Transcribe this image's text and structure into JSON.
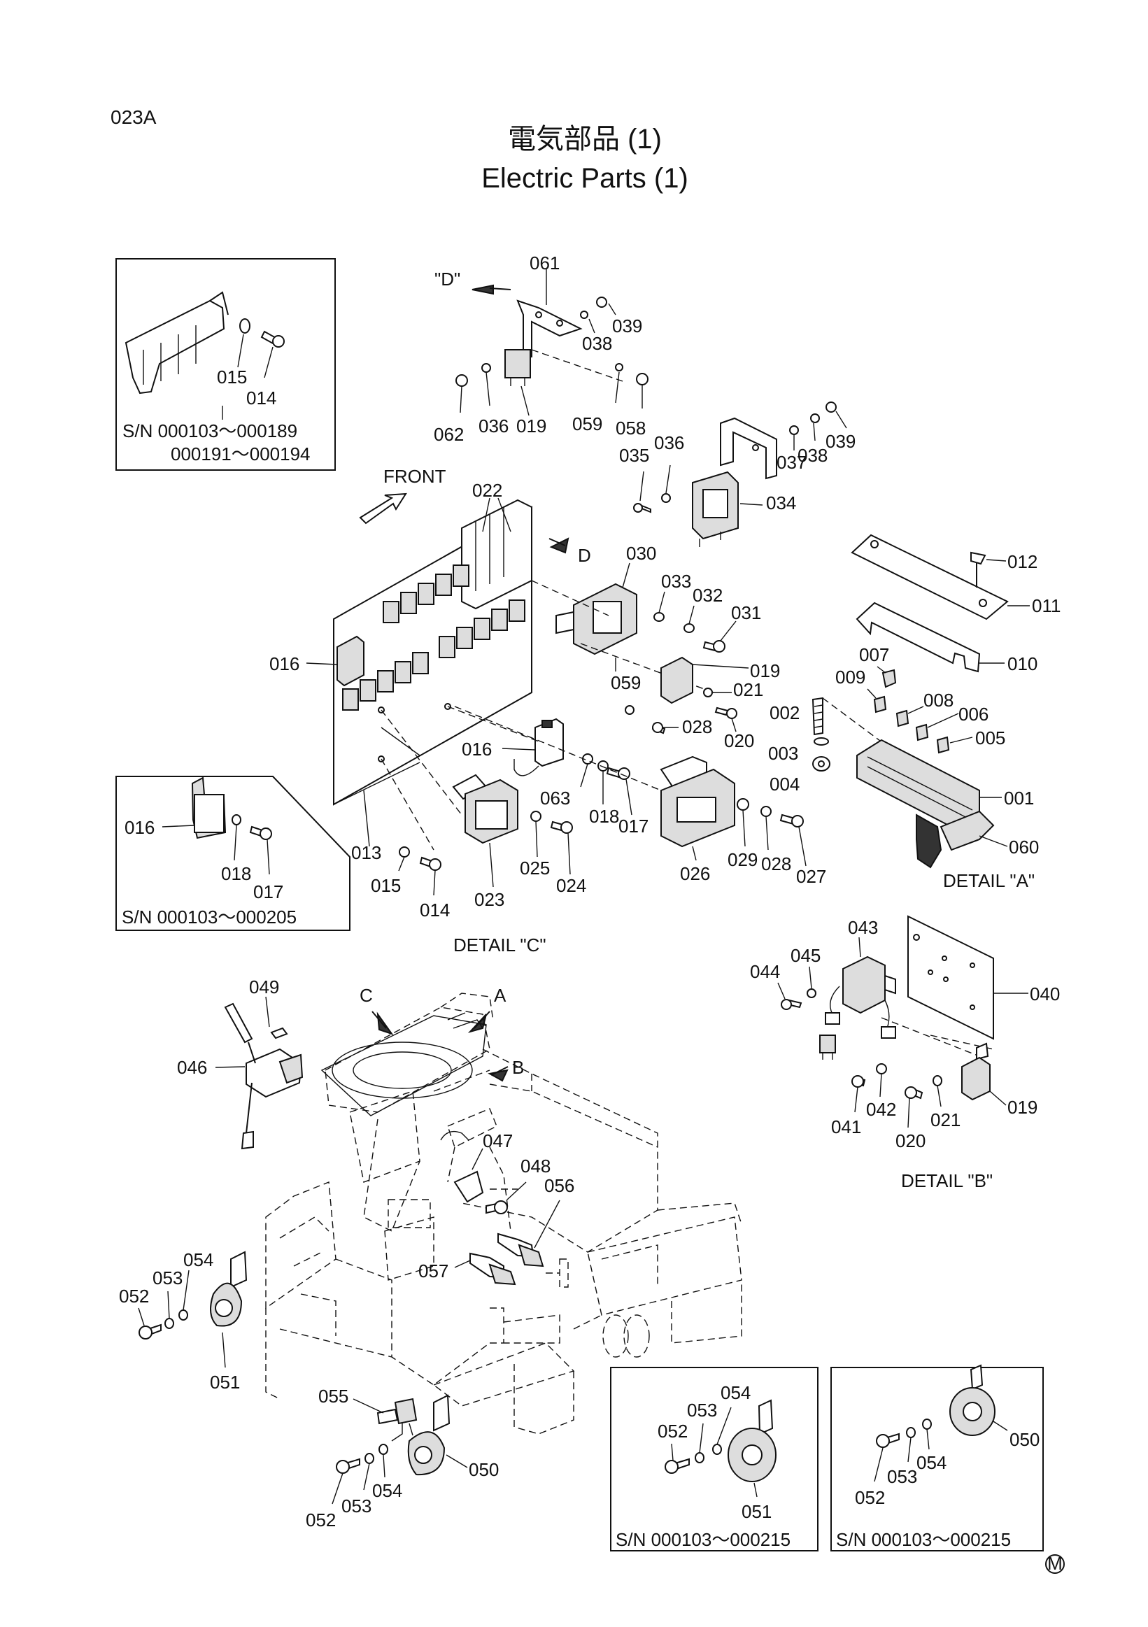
{
  "page_code": "023A",
  "title_ja": "電気部品 (1)",
  "title_en": "Electric Parts (1)",
  "circle_mark": "M",
  "front_label": "FRONT",
  "arrows": {
    "D_quoted": "\"D\"",
    "D": "D",
    "A": "A",
    "B": "B",
    "C": "C"
  },
  "details": {
    "A": "DETAIL \"A\"",
    "B": "DETAIL \"B\"",
    "C": "DETAIL \"C\""
  },
  "insets": {
    "top_left_sn_1": "S/N  000103～000189",
    "top_left_sn_2": "000191～000194",
    "mid_left_sn": "S/N  000103～000205",
    "bottom_mid_sn": "S/N  000103～000215",
    "bottom_right_sn": "S/N  000103～000215"
  },
  "part_labels": {
    "tl_015": "015",
    "tl_014": "014",
    "top_061": "061",
    "top_038": "038",
    "top_039": "039",
    "top_062": "062",
    "top_036": "036",
    "top_019": "019",
    "top_059": "059",
    "top_058": "058",
    "r_035": "035",
    "r_036": "036",
    "r_037": "037",
    "r_038": "038",
    "r_039": "039",
    "r_034": "034",
    "m_022": "022",
    "m_030": "030",
    "m_033": "033",
    "m_032": "032",
    "m_031": "031",
    "m_016a": "016",
    "m_019": "019",
    "m_059": "059",
    "m_021": "021",
    "m_028a": "028",
    "m_020": "020",
    "m_016b": "016",
    "m_063": "063",
    "m_018": "018",
    "m_017": "017",
    "m_013": "013",
    "m_015": "015",
    "m_014": "014",
    "m_023": "023",
    "m_025": "025",
    "m_024": "024",
    "m_026": "026",
    "m_029": "029",
    "m_028b": "028",
    "m_027": "027",
    "a_012": "012",
    "a_011": "011",
    "a_010": "010",
    "a_007": "007",
    "a_009": "009",
    "a_008": "008",
    "a_006": "006",
    "a_005": "005",
    "a_002": "002",
    "a_003": "003",
    "a_004": "004",
    "a_001": "001",
    "a_060": "060",
    "c_016": "016",
    "c_018": "018",
    "c_017": "017",
    "b_043": "043",
    "b_045": "045",
    "b_044": "044",
    "b_040": "040",
    "b_041": "041",
    "b_042": "042",
    "b_020": "020",
    "b_021": "021",
    "b_019": "019",
    "l_049": "049",
    "l_046": "046",
    "l_047": "047",
    "l_048": "048",
    "l_056": "056",
    "l_057": "057",
    "l_054": "054",
    "l_053": "053",
    "l_052": "052",
    "l_051": "051",
    "l_055": "055",
    "l_052b": "052",
    "l_053b": "053",
    "l_054b": "054",
    "l_050": "050",
    "bm_054": "054",
    "bm_053": "053",
    "bm_052": "052",
    "bm_051": "051",
    "br_050": "050",
    "br_054": "054",
    "br_053": "053",
    "br_052": "052"
  }
}
